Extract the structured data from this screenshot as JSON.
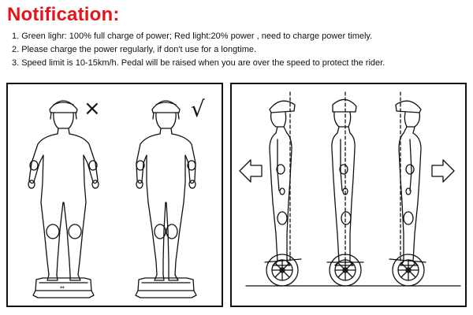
{
  "notification": {
    "title": "Notification:",
    "title_color": "#e8131b",
    "notes": [
      "1. Green lighr: 100% full charge of power; Red light:20% power , need to charge power timely.",
      "2. Please charge the power regularly, if don't use for a longtime.",
      "3. Speed limit is 10-15km/h. Pedal will be raised when you are over the speed to protect the rider."
    ]
  },
  "stance_panel": {
    "wrong_mark": "×",
    "correct_mark": "√",
    "figures": [
      "wrong-stance-rider",
      "correct-stance-rider"
    ],
    "board_icon_text": "⇔"
  },
  "lean_panel": {
    "arrows": [
      "arrow-left-icon",
      "arrow-right-icon"
    ],
    "figures": [
      "rider-leaning-backward",
      "rider-upright",
      "rider-leaning-forward"
    ]
  }
}
